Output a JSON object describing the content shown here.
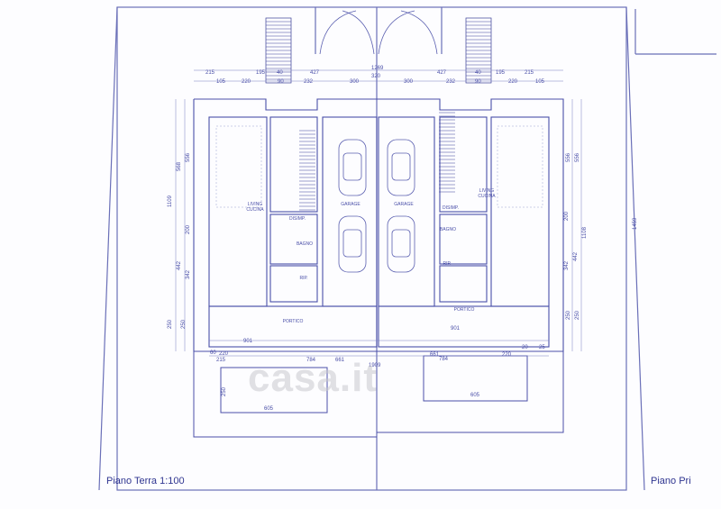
{
  "sheet": {
    "title_left": "Piano Terra 1:100",
    "title_right": "Piano Pri",
    "watermark": "casa.it",
    "colors": {
      "line": "#5a5fb0",
      "dark": "#2f3590",
      "paper": "#fdfdff"
    }
  },
  "rooms": {
    "living_left": "LIVING\nCUCINA",
    "living_right": "LIVING\nCUCINA",
    "garage_left": "GARAGE",
    "garage_right": "GARAGE",
    "dis_left": "DISIMP.",
    "dis_right": "DISIMP.",
    "bagno_left": "BAGNO",
    "bagno_right": "BAGNO",
    "rip_left": "RIP.",
    "rip_right": "RIP.",
    "portico_left": "PORTICO",
    "portico_right": "PORTICO"
  },
  "dims": {
    "top_row1": [
      "215",
      "195",
      "40",
      "427",
      "1269",
      "427",
      "40",
      "195",
      "215"
    ],
    "top_row2": [
      "105",
      "220",
      "90",
      "232",
      "300",
      "320",
      "300",
      "232",
      "90",
      "220",
      "105"
    ],
    "left_col": [
      "1109",
      "568",
      "556",
      "342",
      "442",
      "200",
      "250",
      "250",
      "215"
    ],
    "right_col": [
      "1108",
      "556",
      "556",
      "342",
      "442",
      "200",
      "250",
      "250",
      "1459"
    ],
    "bottom": [
      "901",
      "661",
      "784",
      "220",
      "215",
      "60",
      "901",
      "661",
      "784",
      "220",
      "25",
      "20",
      "1909"
    ],
    "garden": [
      "250",
      "605",
      "605"
    ]
  }
}
